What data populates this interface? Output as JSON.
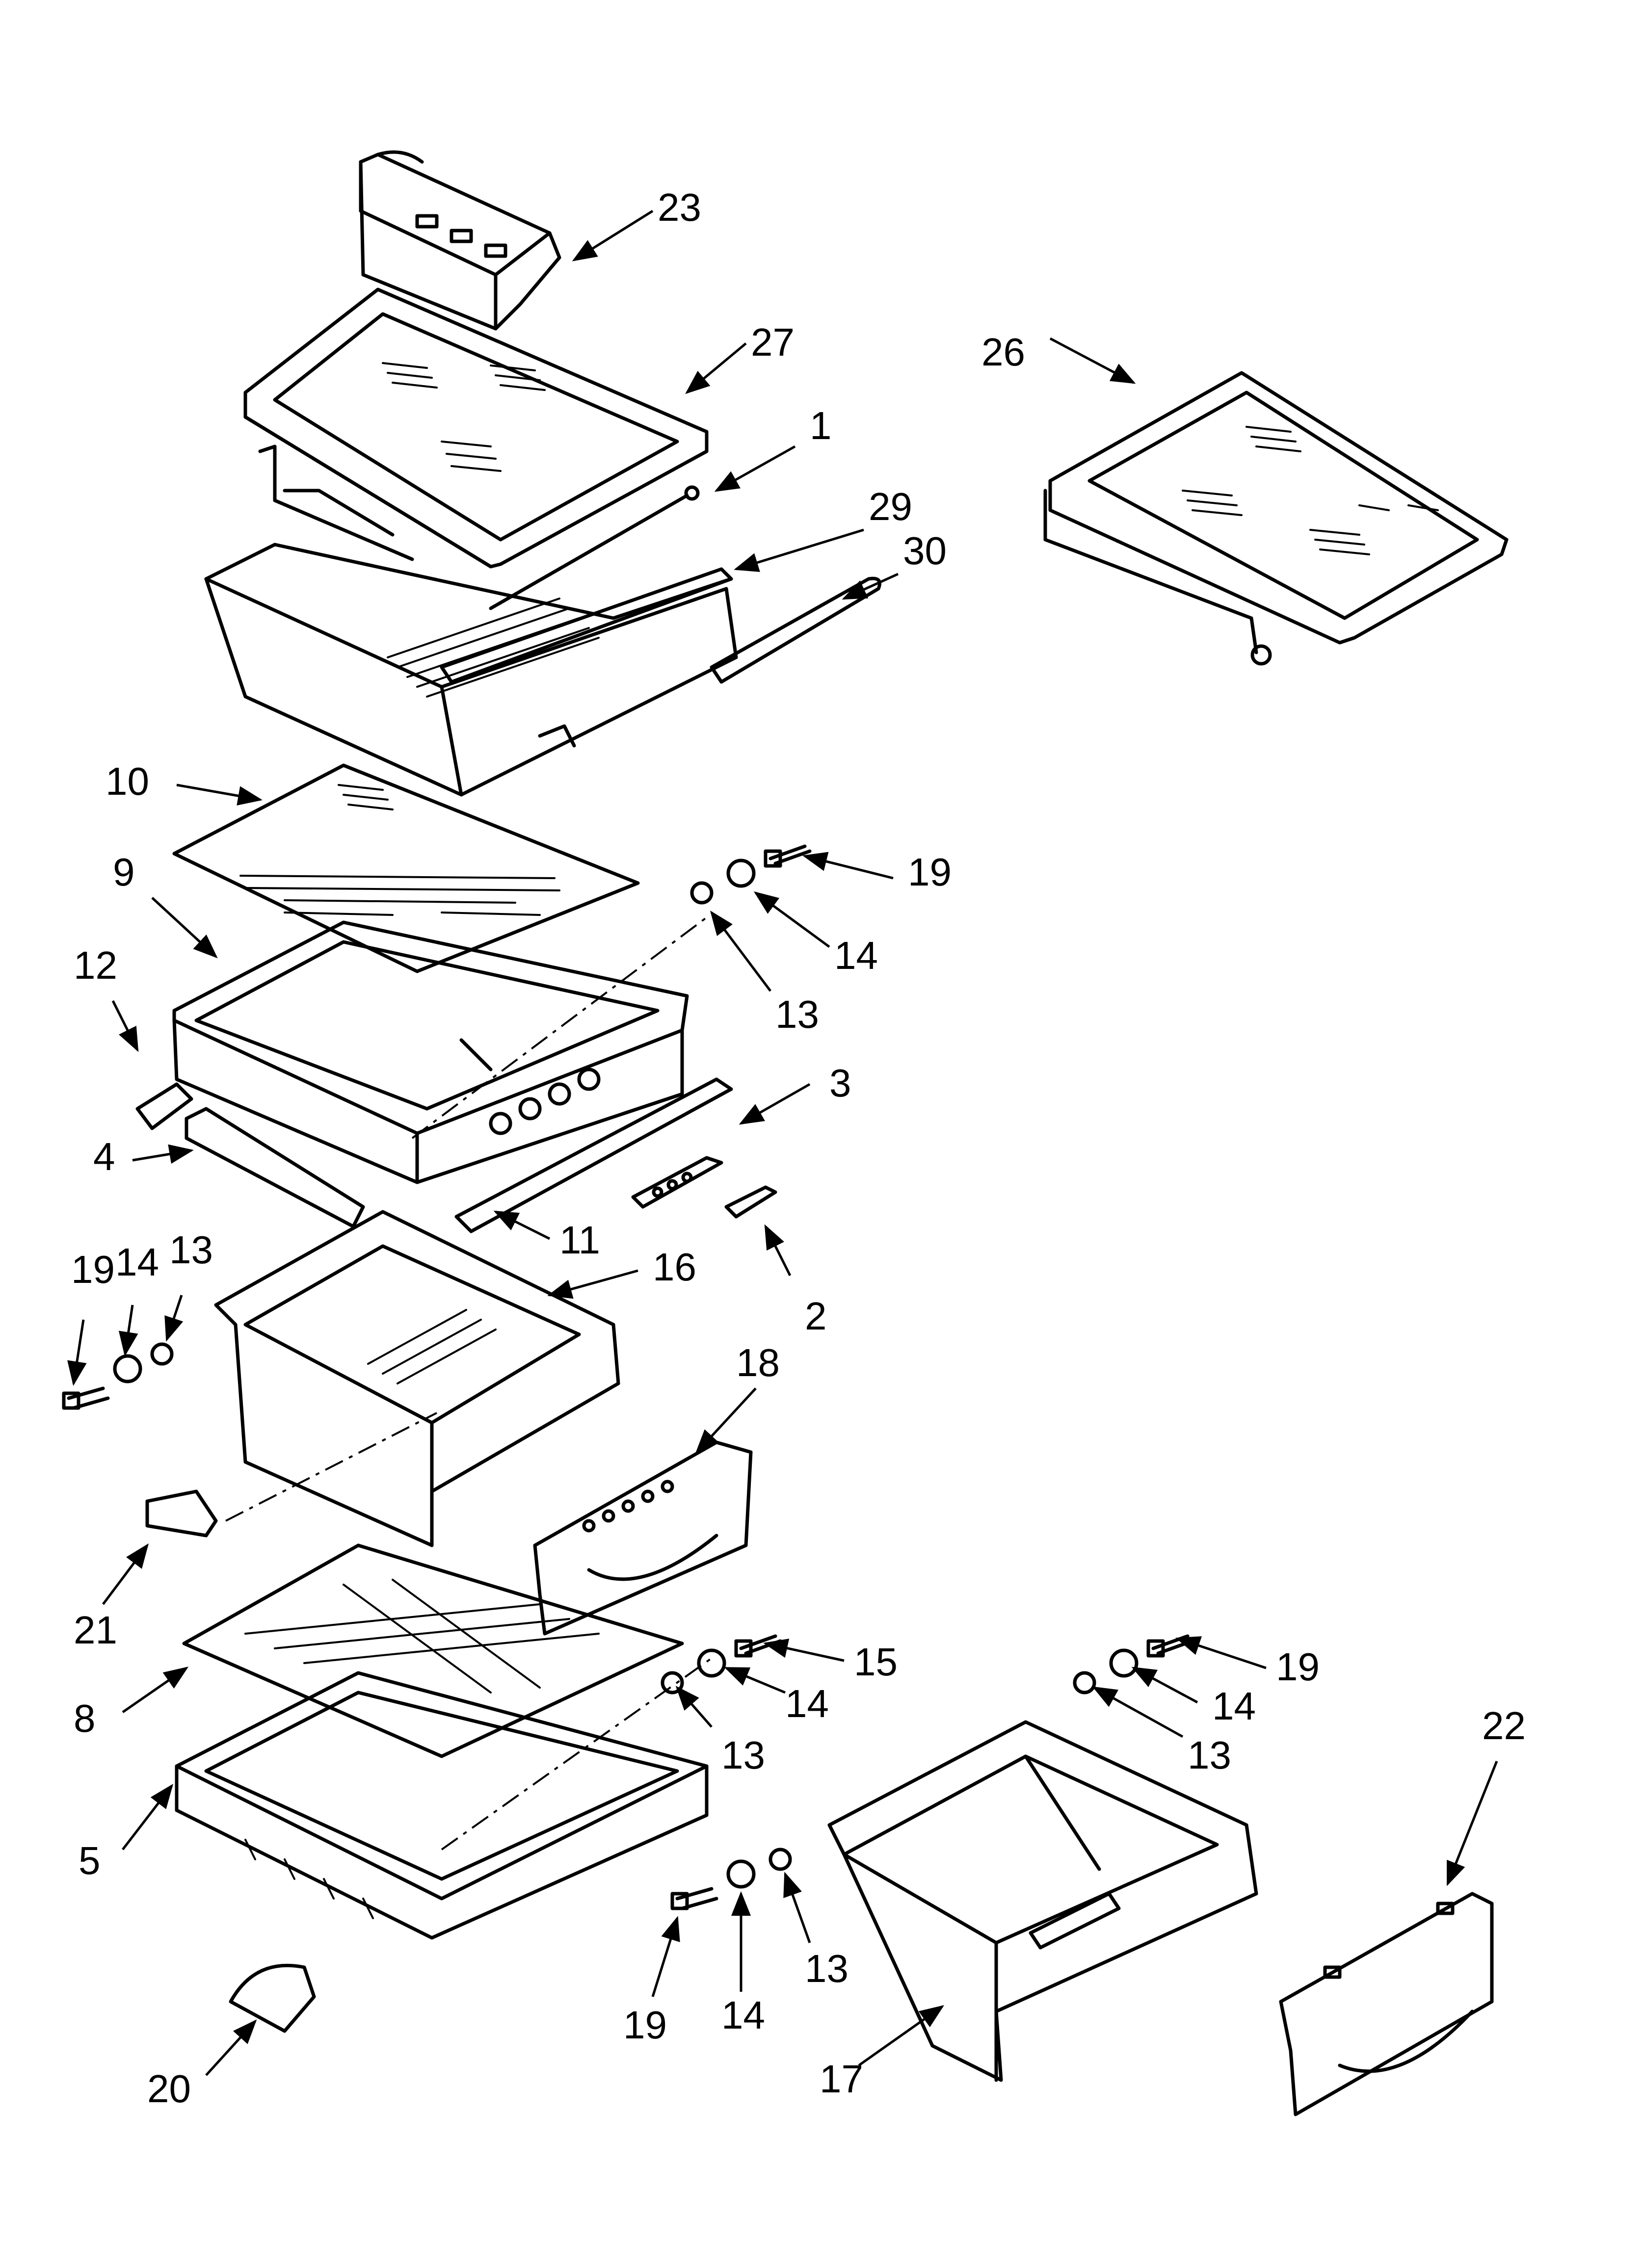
{
  "callouts": [
    "1",
    "2",
    "3",
    "4",
    "5",
    "8",
    "9",
    "10",
    "11",
    "12",
    "13",
    "14",
    "15",
    "16",
    "17",
    "18",
    "19",
    "20",
    "21",
    "22",
    "23",
    "26",
    "27",
    "29",
    "30"
  ]
}
